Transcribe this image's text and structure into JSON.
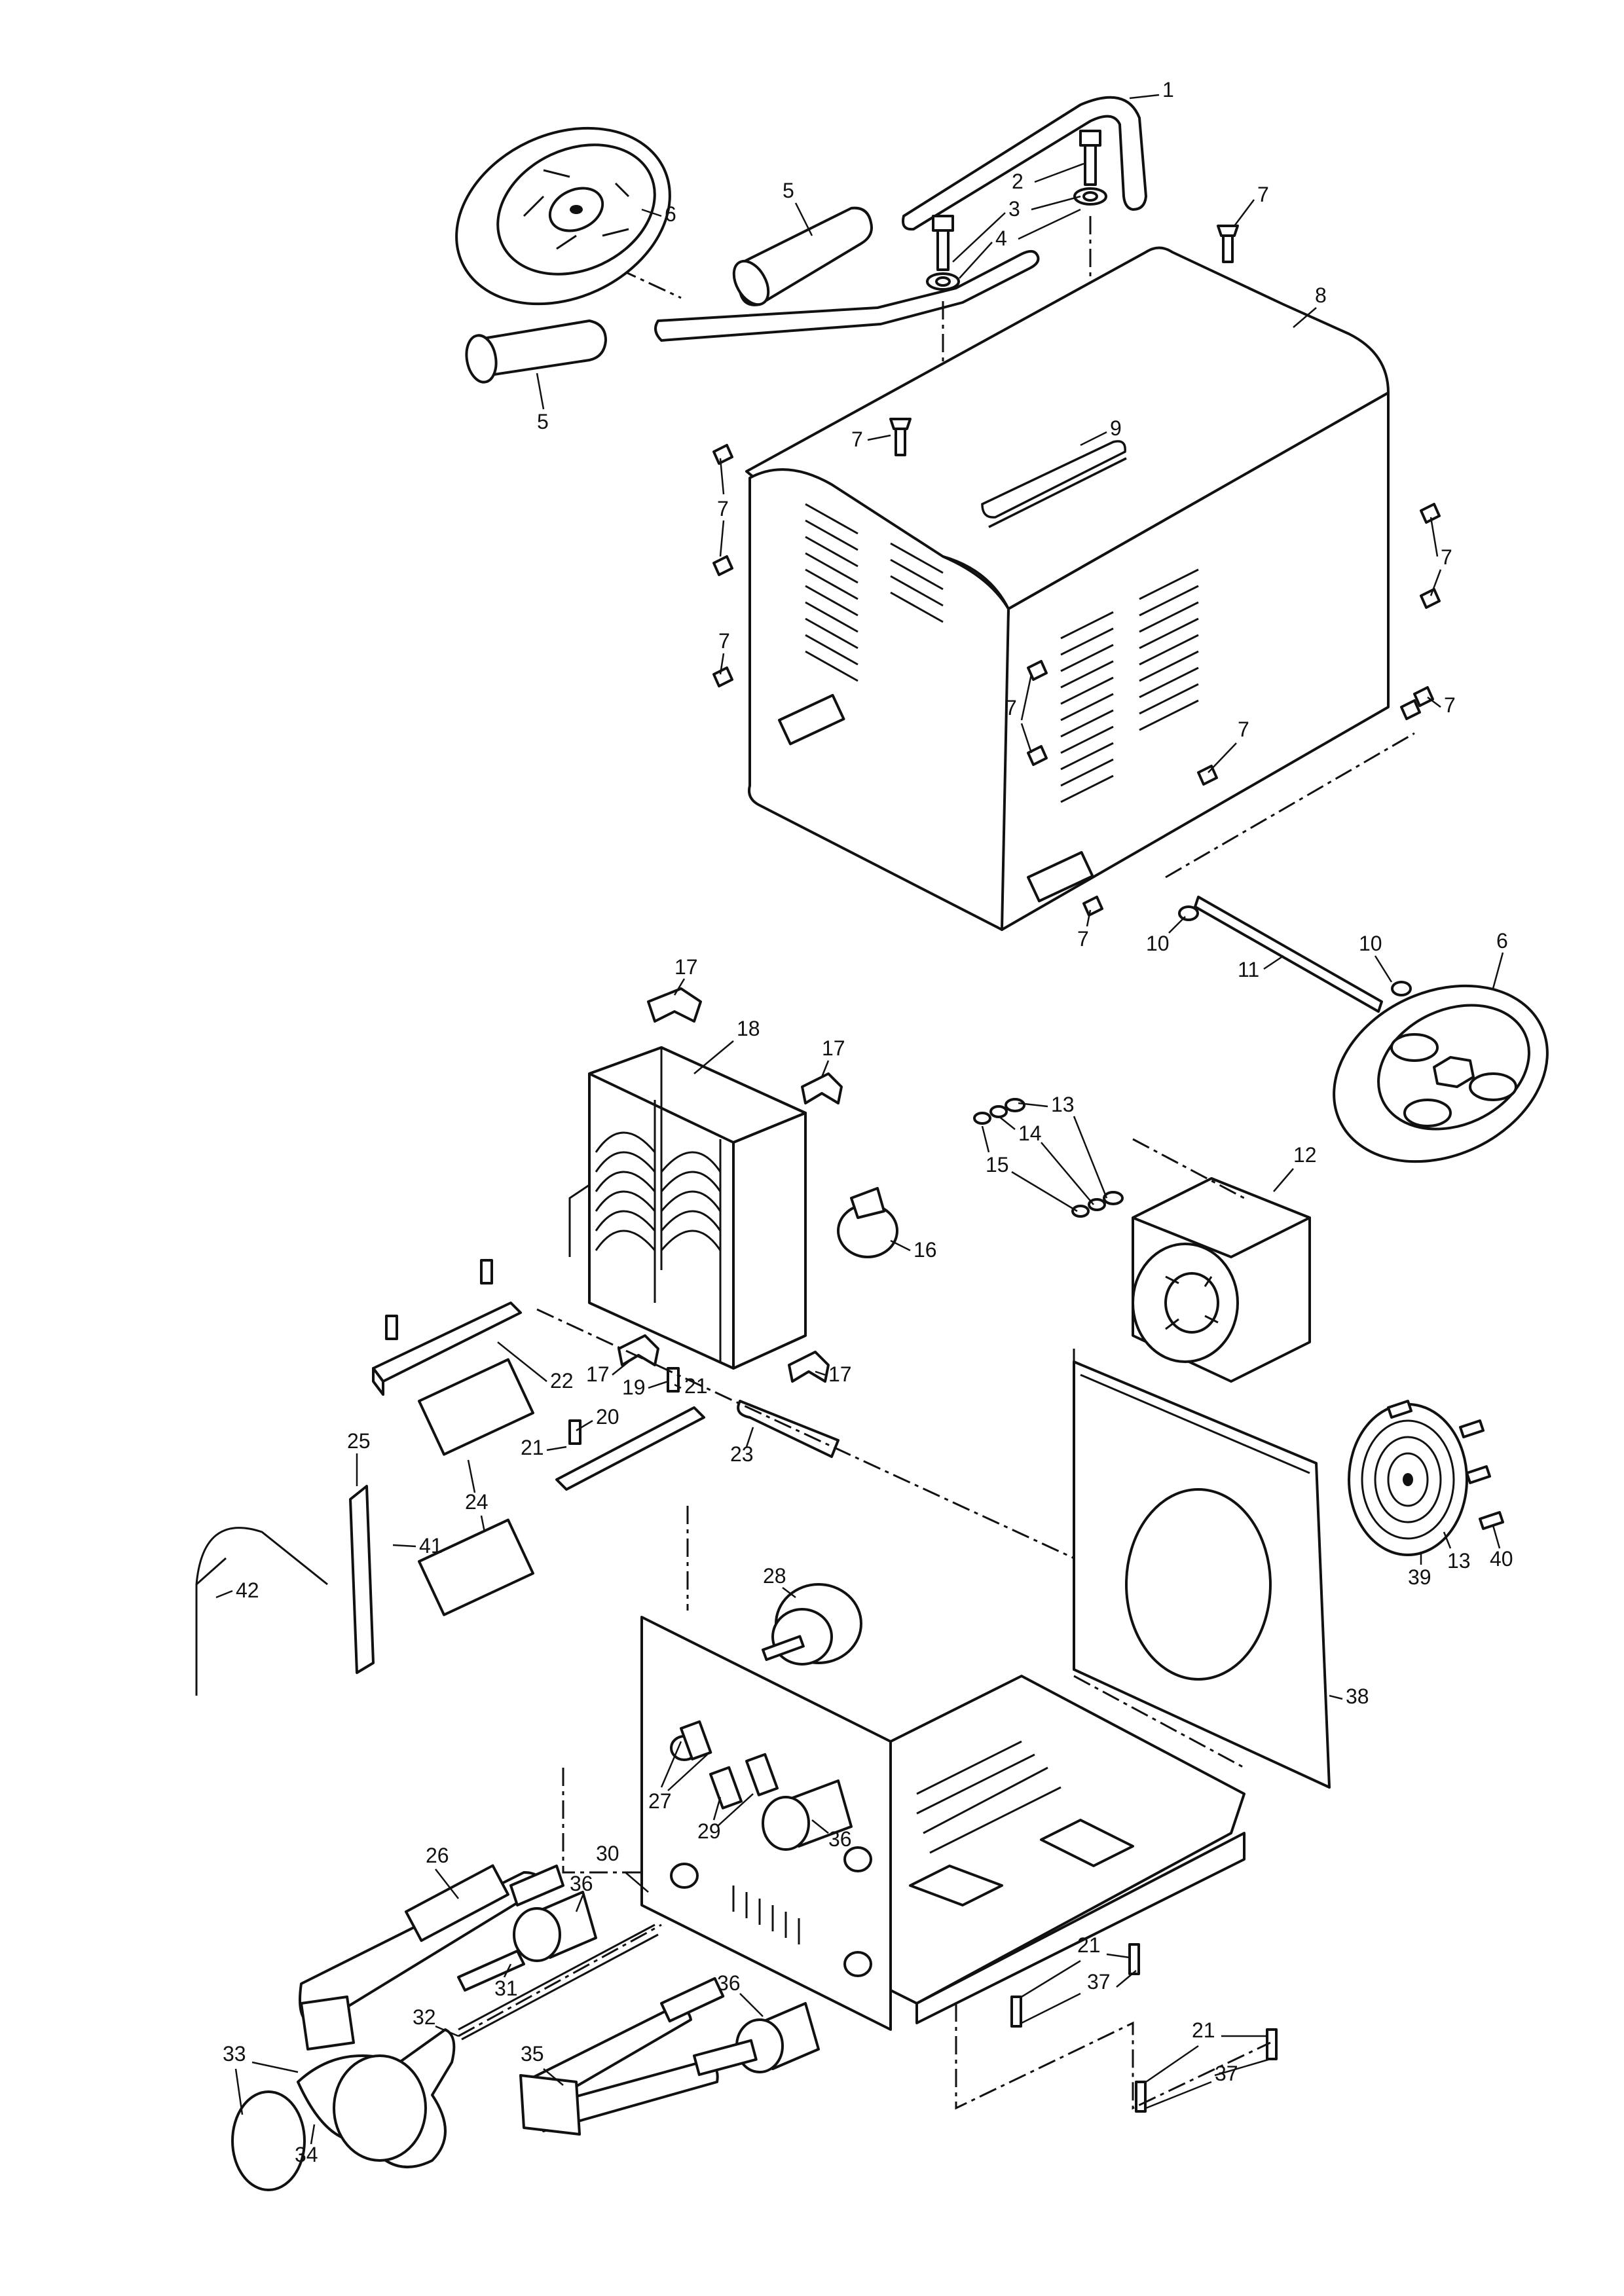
{
  "diagram": {
    "background": "#ffffff",
    "line_color": "#111111",
    "callouts": [
      "1",
      "2",
      "3",
      "4",
      "5",
      "6",
      "7",
      "8",
      "9",
      "10",
      "11",
      "12",
      "13",
      "14",
      "15",
      "16",
      "17",
      "18",
      "19",
      "20",
      "21",
      "22",
      "23",
      "24",
      "25",
      "26",
      "27",
      "28",
      "29",
      "30",
      "31",
      "32",
      "33",
      "34",
      "35",
      "36",
      "37",
      "38",
      "39",
      "40",
      "41",
      "42"
    ],
    "parts": {
      "handle": "handle-assembly",
      "cover": "cabinet-cover",
      "wheel": "wheel",
      "axle": "axle",
      "transformer": "transformer",
      "fan": "cooling-fan",
      "fan_panel": "fan-mounting-panel",
      "base": "chassis-base",
      "front_panel": "front-panel",
      "electrode_holder": "electrode-holder",
      "ground_clamp": "ground-clamp",
      "knob": "adjustment-knob"
    }
  }
}
